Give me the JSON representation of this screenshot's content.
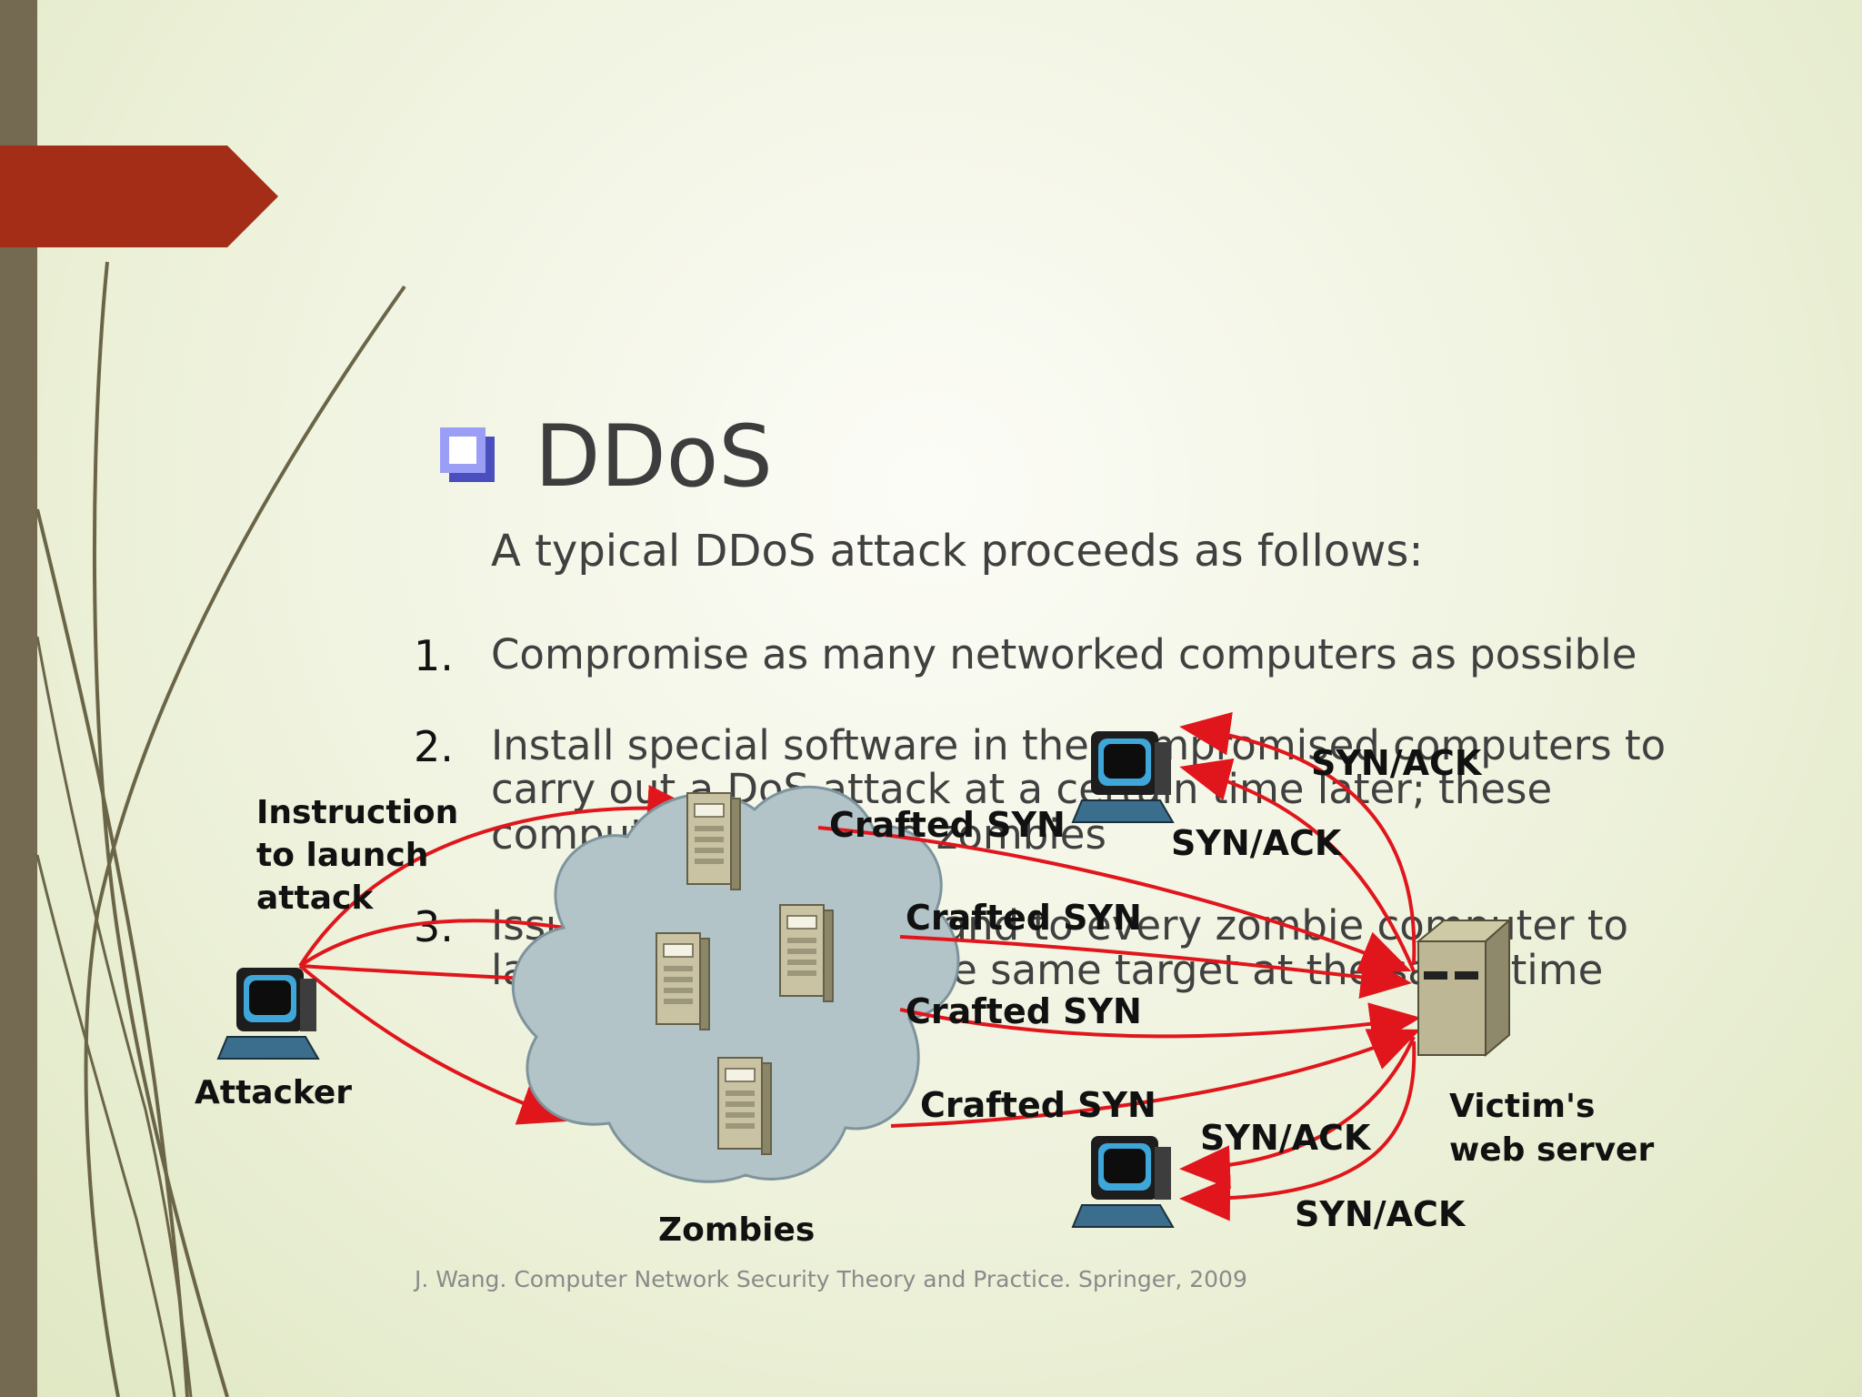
{
  "slide": {
    "title": "DDoS",
    "subtitle": "A typical DDoS attack proceeds as follows:",
    "steps": [
      {
        "number": "1.",
        "lines": [
          "Compromise as many networked computers as possible"
        ]
      },
      {
        "number": "2.",
        "lines": [
          "Install special software in the compromised computers to",
          "carry out a DoS attack at a certain time later; these",
          "computers are called zombies"
        ]
      },
      {
        "number": "3.",
        "lines": [
          "Issue an attack command to every zombie computer to",
          "launch an attack on the same target at the same time"
        ]
      }
    ],
    "citation": "J. Wang. Computer Network Security Theory and Practice. Springer, 2009"
  },
  "diagram": {
    "attacker_label": "Attacker",
    "instruction_label": [
      "Instruction",
      "to launch",
      "attack"
    ],
    "zombies_label": "Zombies",
    "victim_label": [
      "Victim's",
      "web server"
    ],
    "crafted_syn_label": "Crafted SYN",
    "syn_ack_label": "SYN/ACK"
  },
  "colors": {
    "accent_red": "#a32d17",
    "side_bar": "#746a52",
    "arrow_red": "#e0161c",
    "cloud": "#b3c4c9",
    "bullet": "#8a8ef0"
  }
}
